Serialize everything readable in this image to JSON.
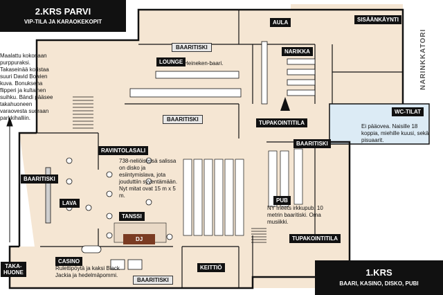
{
  "floor2": {
    "title": "2.KRS PARVI",
    "subtitle": "VIP-TILA JA KARAOKEKOPIT"
  },
  "floor1": {
    "title": "1.KRS",
    "subtitle": "BAARI, KASINO, DISKO, PUBI"
  },
  "street_label": "NARINKKATORI",
  "rooms": {
    "aula": "AULA",
    "sisaankaynti": "SISÄÄNKÄYNTI",
    "narikka": "NARIKKA",
    "lounge": "LOUNGE",
    "ravintolasali": "RAVINTOLASALI",
    "lava": "LAVA",
    "tanssi": "TANSSI",
    "dj": "DJ",
    "pub": "PUB",
    "casino": "CASINO",
    "keittio": "KEITTIÖ",
    "takahuone": "TAKA-\nHUONE",
    "wc_tilat": "WC-TILAT",
    "tupakointitila_1": "TUPAKOINTITILA",
    "tupakointitila_2": "TUPAKOINTITILA"
  },
  "bars": {
    "top": "BAARITISKI",
    "middle": "BAARITISKI",
    "left": "BAARITISKI",
    "right": "BAARITISKI",
    "bottom": "BAARITISKI"
  },
  "notes": {
    "intro": "Maalattu kokonaan purppuraksi. Takaseinää koristaa suuri David Bowien kuva. Bonuksena flipperi ja kultainen suihku. Bändi pääsee takahuoneen varaovesta suoraan parkkihalliin.",
    "heineken": "Heineken-baari.",
    "ravintolasali": "738-neliöisessä salissa on disko ja esiintymislava, jota jouduttiin syventämään. Nyt mitat ovat 15 m x 5 m.",
    "wc": "Ei pääovea. Naisille 18 koppia, miehille kuusi, sekä pisuaarit.",
    "pub": "NY meets irkkupub. 10 metrin baaritiski. Oma musiikki.",
    "casino": "Rulettipöytä ja kaksi Black Jackia ja hedelmäpommi."
  },
  "colors": {
    "walls": "#111111",
    "floor": "#f5e6d3",
    "wc": "#dcebf5",
    "label_bg": "#111111",
    "bar": "#e8e8e8"
  }
}
